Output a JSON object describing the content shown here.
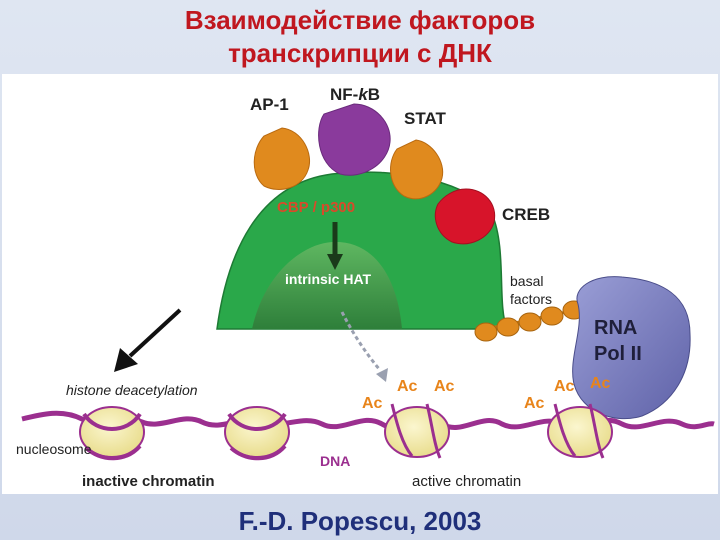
{
  "slide": {
    "title_line1": "Взаимодействие факторов",
    "title_line2": "транскрипции с ДНК",
    "footer": "F.-D. Popescu, 2003"
  },
  "diagram": {
    "factors": {
      "ap1": "AP-1",
      "nfkb_prefix": "NF-",
      "nfkb_k": "k",
      "nfkb_suffix": "B",
      "stat": "STAT",
      "creb": "CREB"
    },
    "cbp": "CBP / p300",
    "hat": "intrinsic HAT",
    "basal_line1": "basal",
    "basal_line2": "factors",
    "pol_line1": "RNA",
    "pol_line2": "Pol II",
    "histone_deacetylation": "histone deacetylation",
    "nucleosome": "nucleosome",
    "dna": "DNA",
    "inactive_chromatin": "inactive chromatin",
    "active_chromatin": "active chromatin",
    "acetyl": "Ac",
    "colors": {
      "title": "#c0171f",
      "cbp_green": "#2aa84a",
      "ap1_orange": "#e08a1e",
      "nfkb_purple": "#8a3a9c",
      "creb_red": "#d7142a",
      "pol_blue": "#7b7fc0",
      "dna_purple": "#9b2f8f",
      "nucleosome_yellow": "#f3e9a0",
      "acetyl_orange": "#e8841a",
      "footer": "#1f2f7a"
    }
  }
}
